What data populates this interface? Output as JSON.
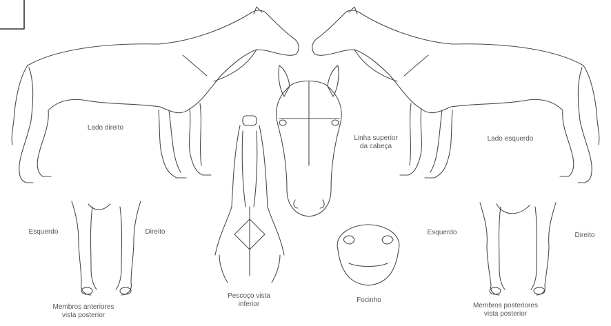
{
  "figure": {
    "stroke_color": "#4a4a4a",
    "text_color": "#555555",
    "background": "#ffffff"
  },
  "labels": {
    "lado_direito": "Lado direito",
    "lado_esquerdo": "Lado esquerdo",
    "linha_superior": "Linha superior",
    "linha_superior_2": "da cabeça",
    "esquerdo": "Esquerdo",
    "direito_left": "Direito",
    "membros_anteriores_1": "Membros anteriores",
    "membros_anteriores_2": "vista posterior",
    "pescoco_1": "Pescoço vista",
    "pescoco_2": "inferior",
    "focinho": "Focinho",
    "esquerdo_right": "Esquerdo",
    "direito_right": "Direito",
    "membros_posteriores_1": "Membros posteriores",
    "membros_posteriores_2": "vista posterior"
  }
}
